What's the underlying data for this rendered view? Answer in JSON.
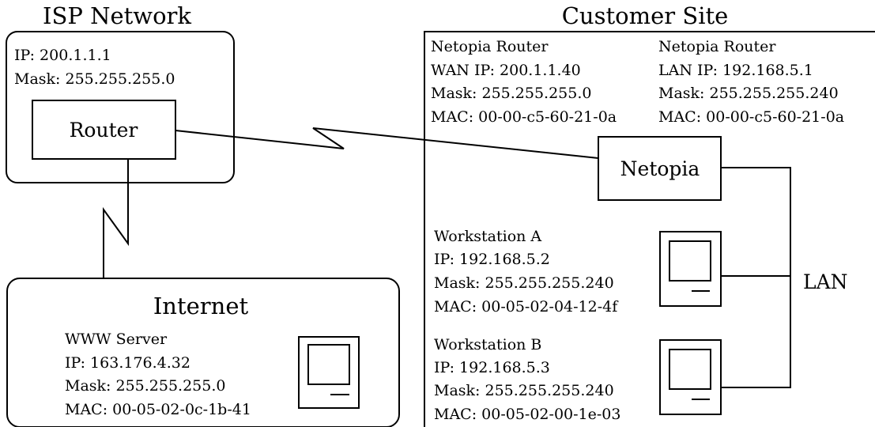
{
  "isp": {
    "title": "ISP Network",
    "ip": "IP: 200.1.1.1",
    "mask": "Mask: 255.255.255.0",
    "router_label": "Router"
  },
  "internet": {
    "title": "Internet",
    "server": {
      "name": "WWW Server",
      "ip": "IP: 163.176.4.32",
      "mask": "Mask: 255.255.255.0",
      "mac": "MAC: 00-05-02-0c-1b-41"
    }
  },
  "customer": {
    "title": "Customer Site",
    "wan": {
      "name": "Netopia Router",
      "ip": "WAN IP: 200.1.1.40",
      "mask": "Mask: 255.255.255.0",
      "mac": "MAC: 00-00-c5-60-21-0a"
    },
    "lan": {
      "name": "Netopia Router",
      "ip": "LAN IP: 192.168.5.1",
      "mask": "Mask: 255.255.255.240",
      "mac": "MAC: 00-00-c5-60-21-0a"
    },
    "router_label": "Netopia",
    "lan_label": "LAN",
    "workstation_a": {
      "name": "Workstation A",
      "ip": "IP: 192.168.5.2",
      "mask": "Mask: 255.255.255.240",
      "mac": "MAC: 00-05-02-04-12-4f"
    },
    "workstation_b": {
      "name": "Workstation B",
      "ip": "IP: 192.168.5.3",
      "mask": "Mask: 255.255.255.240",
      "mac": "MAC: 00-05-02-00-1e-03"
    }
  }
}
